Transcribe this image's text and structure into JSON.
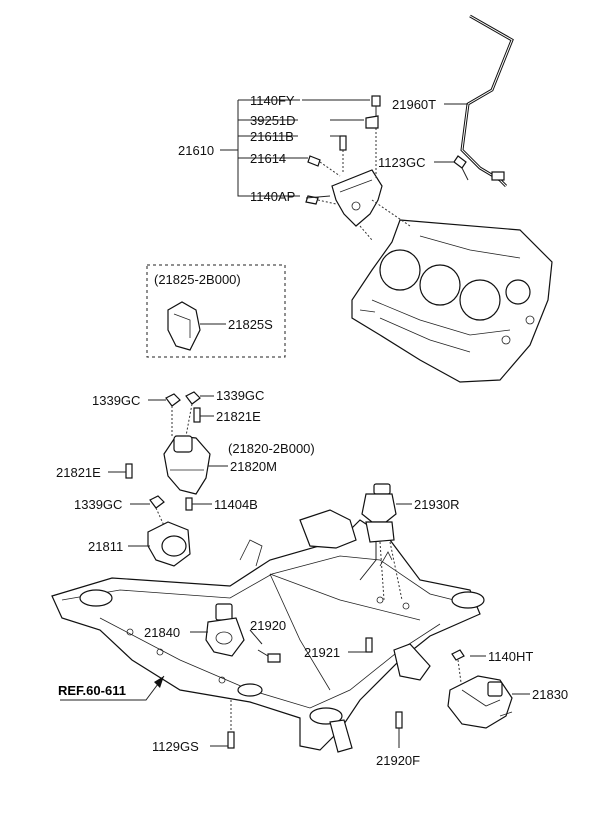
{
  "labels": {
    "p1140FY": "1140FY",
    "p39251D": "39251D",
    "p21611B": "21611B",
    "p21610": "21610",
    "p21614": "21614",
    "p1140AP": "1140AP",
    "p21960T": "21960T",
    "p1123GC": "1123GC",
    "p21825_alt": "(21825-2B000)",
    "p21825S": "21825S",
    "p1339GC_a": "1339GC",
    "p1339GC_b": "1339GC",
    "p21821E_a": "21821E",
    "p21820_alt": "(21820-2B000)",
    "p21820M": "21820M",
    "p21821E_b": "21821E",
    "p1339GC_c": "1339GC",
    "p11404B": "11404B",
    "p21811": "21811",
    "p21930R": "21930R",
    "p21840": "21840",
    "p21920": "21920",
    "p21921": "21921",
    "p1140HT": "1140HT",
    "p21830": "21830",
    "ref": "REF.60-611",
    "p1129GS": "1129GS",
    "p21920F": "21920F"
  }
}
